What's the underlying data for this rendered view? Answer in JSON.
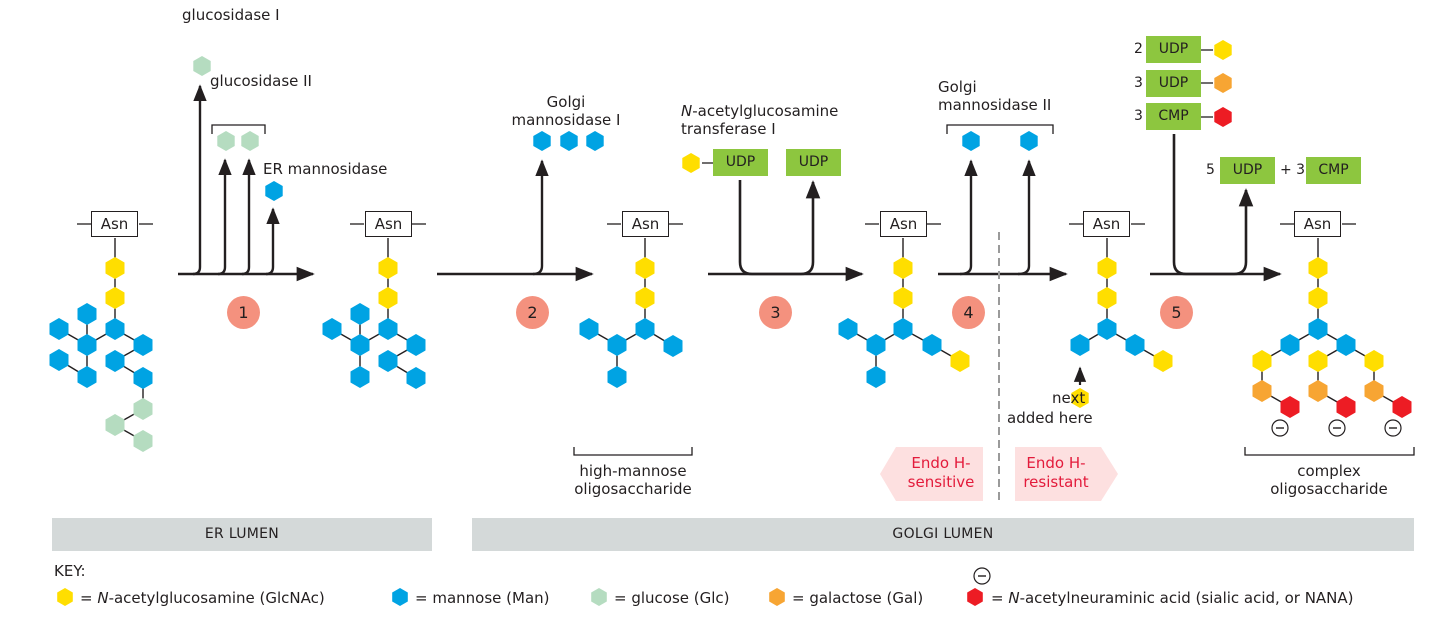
{
  "colors": {
    "glcnac": "#ffde00",
    "mannose": "#00a3e3",
    "glucose": "#b5dcc0",
    "galactose": "#f7a533",
    "nana": "#ed1c24",
    "step_circle": "#f4917e",
    "nucleotide_box": "#8dc63f",
    "compartment_bar": "#d4d9d9",
    "endo_h": "#e31b3b",
    "endo_h_bg": "#fde0e0"
  },
  "residue_label": "Asn",
  "steps": [
    "1",
    "2",
    "3",
    "4",
    "5"
  ],
  "enzymes": {
    "glucosidase_1": "glucosidase I",
    "glucosidase_2": "glucosidase II",
    "er_mannosidase": "ER mannosidase",
    "golgi_mannosidase_1_line1": "Golgi",
    "golgi_mannosidase_1_line2": "mannosidase I",
    "glcnac_transferase_prefix": "N",
    "glcnac_transferase_line1": "-acetylglucosamine",
    "glcnac_transferase_line2": "transferase I",
    "golgi_mannosidase_2_line1": "Golgi",
    "golgi_mannosidase_2_line2": "mannosidase II"
  },
  "step3": {
    "donor": "UDP",
    "product": "UDP"
  },
  "step5": {
    "donors": [
      {
        "count": "2",
        "carrier": "UDP",
        "sugar": "glcnac"
      },
      {
        "count": "3",
        "carrier": "UDP",
        "sugar": "galactose"
      },
      {
        "count": "3",
        "carrier": "CMP",
        "sugar": "nana"
      }
    ],
    "products": {
      "udp_count": "5",
      "udp_label": "UDP",
      "plus": "+ 3",
      "cmp_label": "CMP"
    }
  },
  "annotations": {
    "next_line1": "next",
    "next_line2": "added here",
    "high_mannose_line1": "high-mannose",
    "high_mannose_line2": "oligosaccharide",
    "complex_line1": "complex",
    "complex_line2": "oligosaccharide",
    "endo_sensitive_line1": "Endo H-",
    "endo_sensitive_line2": "sensitive",
    "endo_resistant_line1": "Endo H-",
    "endo_resistant_line2": "resistant"
  },
  "compartments": {
    "er": "ER LUMEN",
    "golgi": "GOLGI LUMEN"
  },
  "key": {
    "title": "KEY:",
    "items": [
      {
        "sugar": "glcnac",
        "prefix": "= ",
        "italic": "N",
        "text": "-acetylglucosamine (GlcNAc)"
      },
      {
        "sugar": "mannose",
        "prefix": "= ",
        "italic": "",
        "text": "mannose (Man)"
      },
      {
        "sugar": "glucose",
        "prefix": "= ",
        "italic": "",
        "text": "glucose (Glc)"
      },
      {
        "sugar": "galactose",
        "prefix": "= ",
        "italic": "",
        "text": "galactose (Gal)"
      },
      {
        "sugar": "nana",
        "prefix": "= ",
        "italic": "N",
        "text": "-acetylneuraminic acid (sialic acid, or NANA)"
      }
    ]
  }
}
